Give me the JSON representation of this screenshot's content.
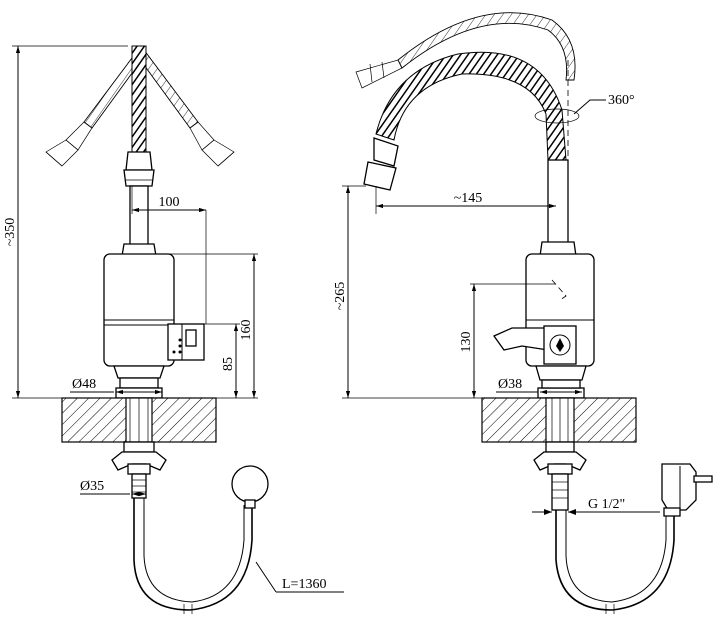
{
  "left_view": {
    "height_total": "~350",
    "width_spout": "100",
    "height_body": "160",
    "height_handle": "85",
    "base_diameter": "Ø48",
    "mount_diameter": "Ø35",
    "cable_length": "L=1360"
  },
  "right_view": {
    "rotation": "360°",
    "reach": "~145",
    "height_spout": "~265",
    "height_handle": "130",
    "base_diameter": "Ø38",
    "thread": "G 1/2\""
  },
  "colors": {
    "line": "#000000",
    "background": "#ffffff"
  }
}
